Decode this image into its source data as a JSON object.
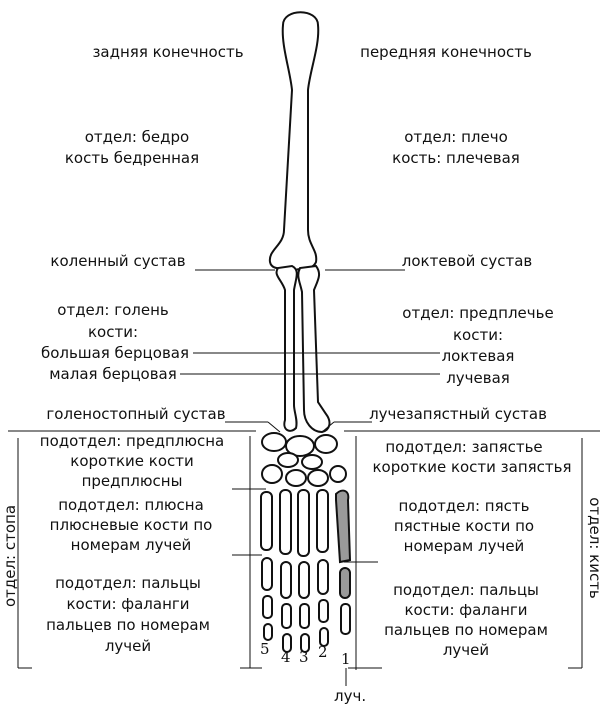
{
  "headings": {
    "hind_limb": "задняя конечность",
    "fore_limb": "передняя конечность"
  },
  "left": {
    "thigh": [
      "отдел: бедро",
      "кость бедренная"
    ],
    "knee": "коленный сустав",
    "shin": [
      "отдел: голень",
      "кости:",
      "большая берцовая",
      "малая берцовая"
    ],
    "ankle": "голеностопный сустав",
    "tarsus": [
      "подотдел: предплюсна",
      "короткие кости",
      "предплюсны"
    ],
    "metatarsus": [
      "подотдел: плюсна",
      "плюсневые кости по",
      "номерам лучей"
    ],
    "toes": [
      "подотдел: пальцы",
      "кости: фаланги",
      "пальцев по номерам",
      "лучей"
    ],
    "section": "отдел: стопа"
  },
  "right": {
    "shoulder": [
      "отдел: плечо",
      "кость: плечевая"
    ],
    "elbow": "локтевой сустав",
    "forearm": [
      "отдел: предплечье",
      "кости:",
      "локтевая",
      "лучевая"
    ],
    "wrist_joint": "лучезапястный сустав",
    "carpus": [
      "подотдел: запястье",
      "короткие кости запястья"
    ],
    "metacarpus": [
      "подотдел: пясть",
      "пястные кости по",
      "номерам лучей"
    ],
    "fingers": [
      "подотдел: пальцы",
      "кости: фаланги",
      "пальцев по номерам",
      "лучей"
    ],
    "section": "отдел: кисть"
  },
  "rays": [
    "5",
    "4",
    "3",
    "2",
    "1"
  ],
  "rays_label": "луч.",
  "colors": {
    "line": "#111111",
    "bone_fill": "#ffffff",
    "first_ray_fill": "#9a9a9a"
  }
}
